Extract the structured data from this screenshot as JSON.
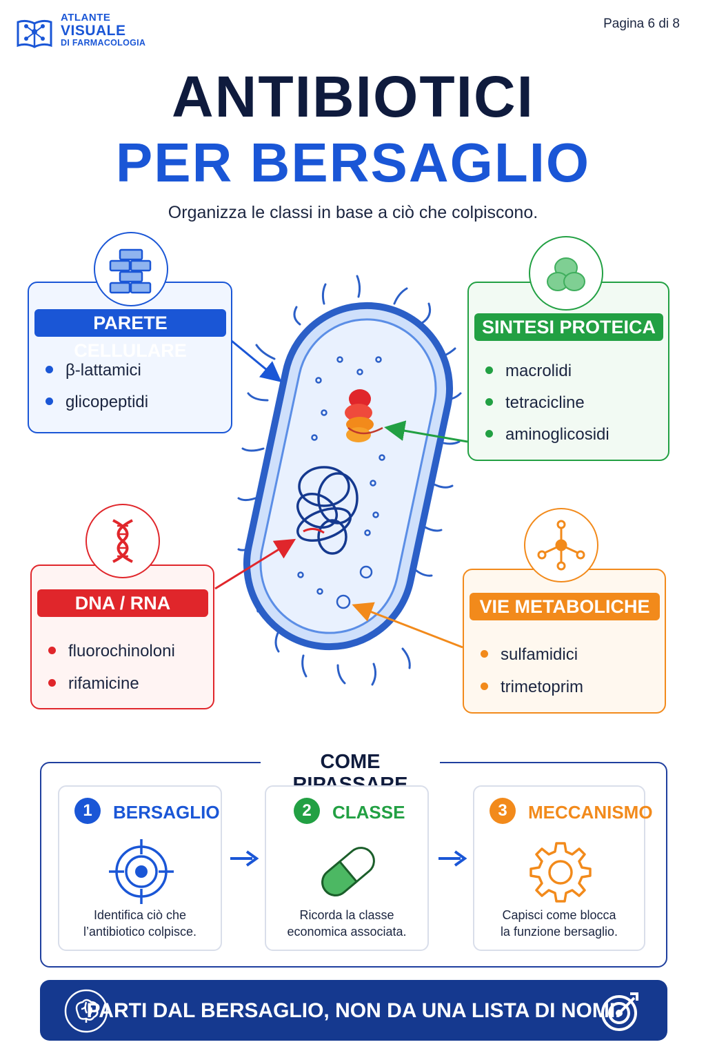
{
  "header": {
    "logo_line1": "ATLANTE",
    "logo_line2": "VISUALE",
    "logo_line3": "DI FARMACOLOGIA",
    "page_indicator": "Pagina 6 di 8"
  },
  "title": {
    "line1": "ANTIBIOTICI",
    "line2": "PER BERSAGLIO",
    "subtitle": "Organizza le classi in base a ciò che colpiscono."
  },
  "categories": {
    "cell_wall": {
      "label": "PARETE CELLULARE",
      "items": [
        "β-lattamici",
        "glicopeptidi"
      ],
      "color": "#1a56d6",
      "icon": "brick-wall-icon"
    },
    "protein_synthesis": {
      "label": "SINTESI PROTEICA",
      "items": [
        "macrolidi",
        "tetracicline",
        "aminoglicosidi"
      ],
      "color": "#22a043",
      "icon": "ribosome-icon"
    },
    "dna_rna": {
      "label": "DNA / RNA",
      "items": [
        "fluorochinoloni",
        "rifamicine"
      ],
      "color": "#e0262b",
      "icon": "dna-icon"
    },
    "metabolic": {
      "label": "VIE METABOLICHE",
      "items": [
        "sulfamidici",
        "trimetoprim"
      ],
      "color": "#f28a1b",
      "icon": "molecule-icon"
    }
  },
  "review": {
    "title": "COME RIPASSARE",
    "steps": [
      {
        "num": "1",
        "label": "BERSAGLIO",
        "desc_line1": "Identifica ciò che",
        "desc_line2": "l’antibiotico colpisce.",
        "color": "#1a56d6",
        "icon": "target-crosshair-icon"
      },
      {
        "num": "2",
        "label": "CLASSE",
        "desc_line1": "Ricorda la classe",
        "desc_line2": "economica associata.",
        "color": "#22a043",
        "icon": "capsule-icon"
      },
      {
        "num": "3",
        "label": "MECCANISMO",
        "desc_line1": "Capisci come blocca",
        "desc_line2": "la funzione bersaglio.",
        "color": "#f28a1b",
        "icon": "gear-icon"
      }
    ]
  },
  "footer": {
    "text": "PARTI DAL BERSAGLIO, NON DA UNA LISTA DI NOMI."
  }
}
